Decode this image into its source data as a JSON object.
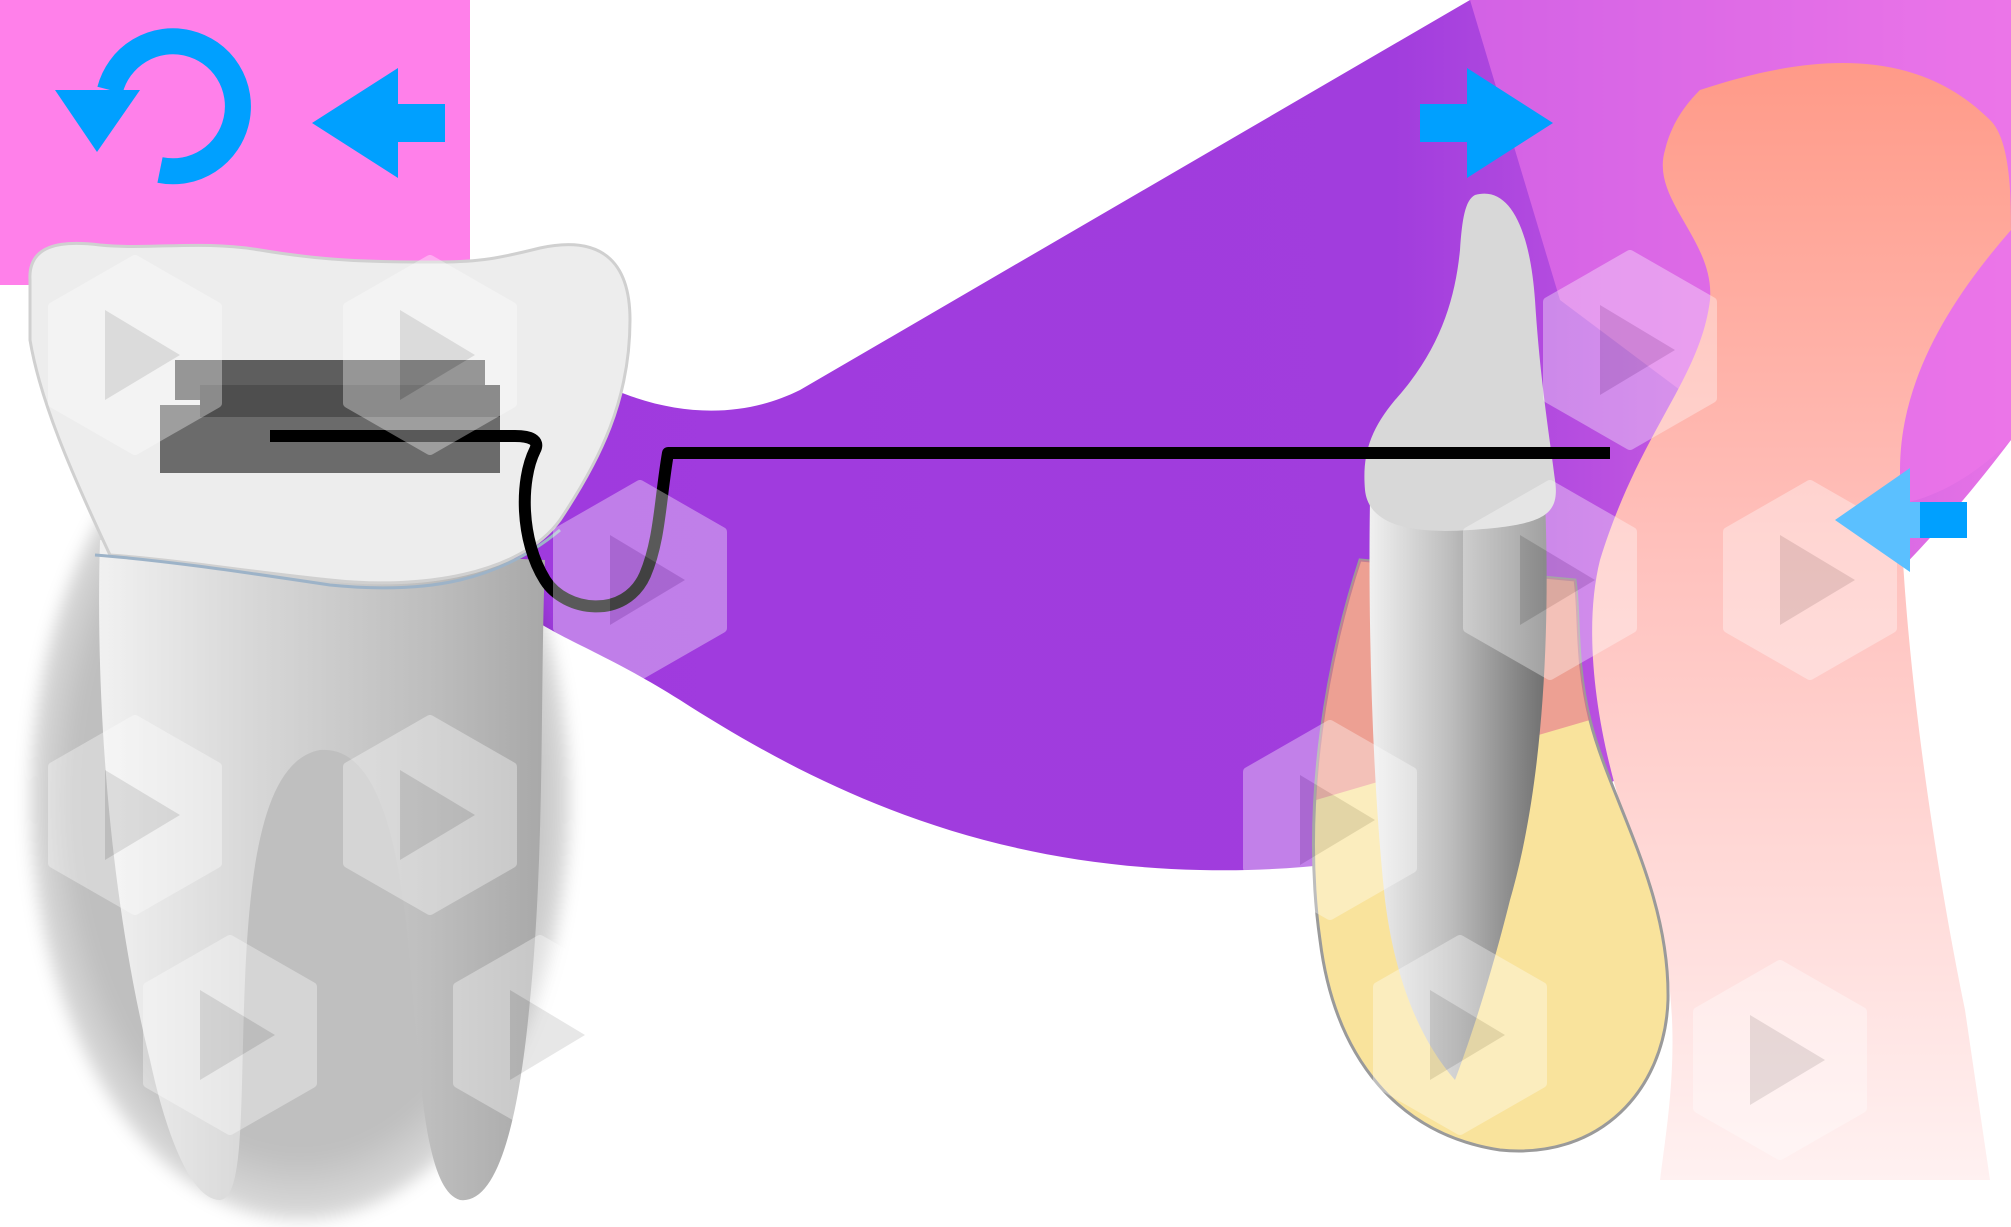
{
  "app": {
    "theme": {
      "accent": "#00A0FF",
      "accent_light": "#5BC0FF",
      "panel_pink": "#FF80EA",
      "band_purple": "#9F3ADE",
      "gum_pink": "#FF9AA0",
      "bone_yellow": "#F9E39C"
    }
  },
  "toolbar": {
    "controls": [
      {
        "id": "reset",
        "icon": "reset-icon"
      },
      {
        "id": "back",
        "icon": "arrow-left-icon"
      }
    ]
  },
  "scene": {
    "direction_controls": [
      {
        "id": "push-right",
        "icon": "arrow-right-icon"
      },
      {
        "id": "push-left",
        "icon": "arrow-left-icon"
      }
    ],
    "objects": [
      "molar-tooth",
      "orthodontic-bracket",
      "archwire",
      "incisor-tooth",
      "alveolar-bone",
      "gingiva"
    ],
    "watermark_icon": "play-hexagon-icon"
  }
}
